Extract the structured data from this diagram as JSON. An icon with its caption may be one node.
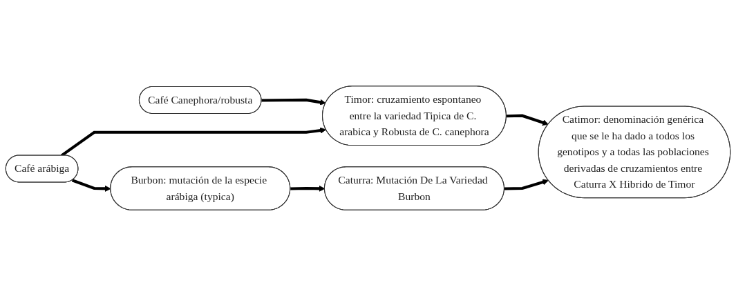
{
  "diagram": {
    "nodes": [
      {
        "text": [
          "Café Canephora/robusta"
        ]
      },
      {
        "text": [
          "Timor: cruzamiento espontaneo entre la variedad Tipica de C. arabica y Robusta de C. canephora"
        ]
      },
      {
        "text": [
          "Café arábiga"
        ]
      },
      {
        "text": [
          "Burbon: mutación de la especie arábiga (typica)"
        ]
      },
      {
        "text": [
          "Catimor: denominación genérica que se le ha dado a todos los genotipos y a todas las poblaciones derivadas de cruzamientos entre Caturra X Hibrido de Timor"
        ]
      },
      {
        "text": [
          "Caturra: Mutación De La Variedad Burbon"
        ]
      }
    ],
    "edges": [
      {
        "from": 0,
        "to": 1,
        "arrow": "to"
      },
      {
        "from": 2,
        "to": 1,
        "arrow": "to"
      },
      {
        "from": 2,
        "to": 3,
        "arrow": "to"
      },
      {
        "from": 1,
        "to": 4,
        "arrow": "to"
      },
      {
        "from": 3,
        "to": 5,
        "arrow": "to"
      },
      {
        "from": 5,
        "to": 4,
        "arrow": "to"
      }
    ]
  }
}
